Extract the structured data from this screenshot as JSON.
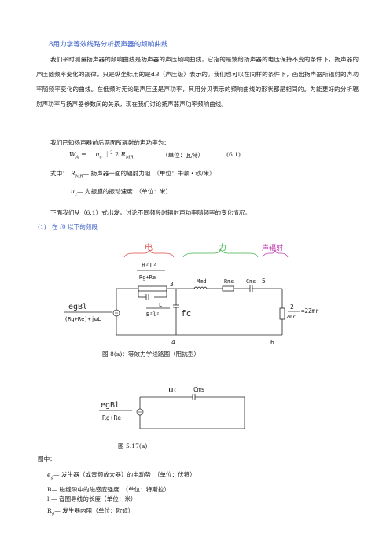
{
  "title": "8用力学等效线路分析扬声器的频响曲线",
  "intro_paragraph": "我们平时测量扬声器的频响曲线是扬声器的声压频响曲线，它指的是馈给扬声器的电压保持不变的条件下，扬声器的声压随频率变化的规律。只是纵坐标用的是dB（声压级）表示的。我们也可以在同样的条件下，画出扬声器所辐射的声功率随频率变化的曲线。在低频时无论是声压还是声功率，其用分贝表示的频响曲线的形状都是相同的。为能更好的分析辐射声功率与扬声器参数间的关系，现在我们讨论扬声器声功率频响曲线。",
  "known_line": "我们已知扬声器前后两面所辐射的声功率为：",
  "formula": {
    "lhs": "W",
    "lhs_sub": "A",
    "eq": "＝｜",
    "u": "u",
    "u_sub": "c",
    "bar": "｜",
    "sup": "2",
    "coef": "2",
    "R": "R",
    "R_sub": "MR",
    "unit": "（单位：瓦特）",
    "num": "(6.1)"
  },
  "where_label": "式中：",
  "def_R": {
    "sym": "R",
    "sub": "MR",
    "text": "— 扬声器一面的辐射力阻　（单位：牛顿・秒/米）"
  },
  "def_u": {
    "sym": "u",
    "sub": "c",
    "text": "— 为振膜的振动速度　（单位：米）"
  },
  "discuss_line": "下面我们从（6.1）式出发，讨论不同频段时辐射声功率随频率的变化情况。",
  "section": {
    "num": "(1)",
    "label": "在 f0 以下的频段"
  },
  "circuit1": {
    "label_elec": "电",
    "label_mech": "力",
    "label_rad": "声辐射",
    "top_frac_num": "B²l²",
    "top_frac_den": "Rg+Re",
    "node3": "3",
    "node5": "5",
    "node4": "4",
    "node6": "6",
    "mmd": "Mmd",
    "rms": "Rms",
    "cms": "Cms",
    "l_num": "L",
    "l_den": "B²l²",
    "fc": "fc",
    "src_num": "egBl",
    "src_den": "(Rg+Re)+jωL",
    "zmr_num": "2",
    "zmr_den": "Zmr",
    "zmr_rhs": "=2Zmr"
  },
  "caption1": "图 8(a)：等效力学线路图（阻抗型）",
  "circuit2": {
    "uc": "uc",
    "cms": "Cms",
    "src_num": "egBl",
    "src_den": "Rg+Re"
  },
  "caption2": "图 5.17(a)",
  "legend_title": "图中：",
  "legend": [
    {
      "sym": "e",
      "sub": "g",
      "text": "— 发生器（或音频放大器）的电动势　（单位：伏特）"
    },
    {
      "sym": "B",
      "sub": "",
      "text": "— 磁缝隙中的磁感应强度　（单位：特斯拉）"
    },
    {
      "sym": "l",
      "sub": "",
      "text": " — 音圈导线的长度（单位：米）"
    },
    {
      "sym": "R",
      "sub": "g",
      "text": "— 发生器内阻（单位：欧姆）"
    }
  ],
  "colors": {
    "title": "#3a5fc8",
    "elec": "#e04848",
    "mech": "#3db54a",
    "rad": "#c03ab0"
  }
}
